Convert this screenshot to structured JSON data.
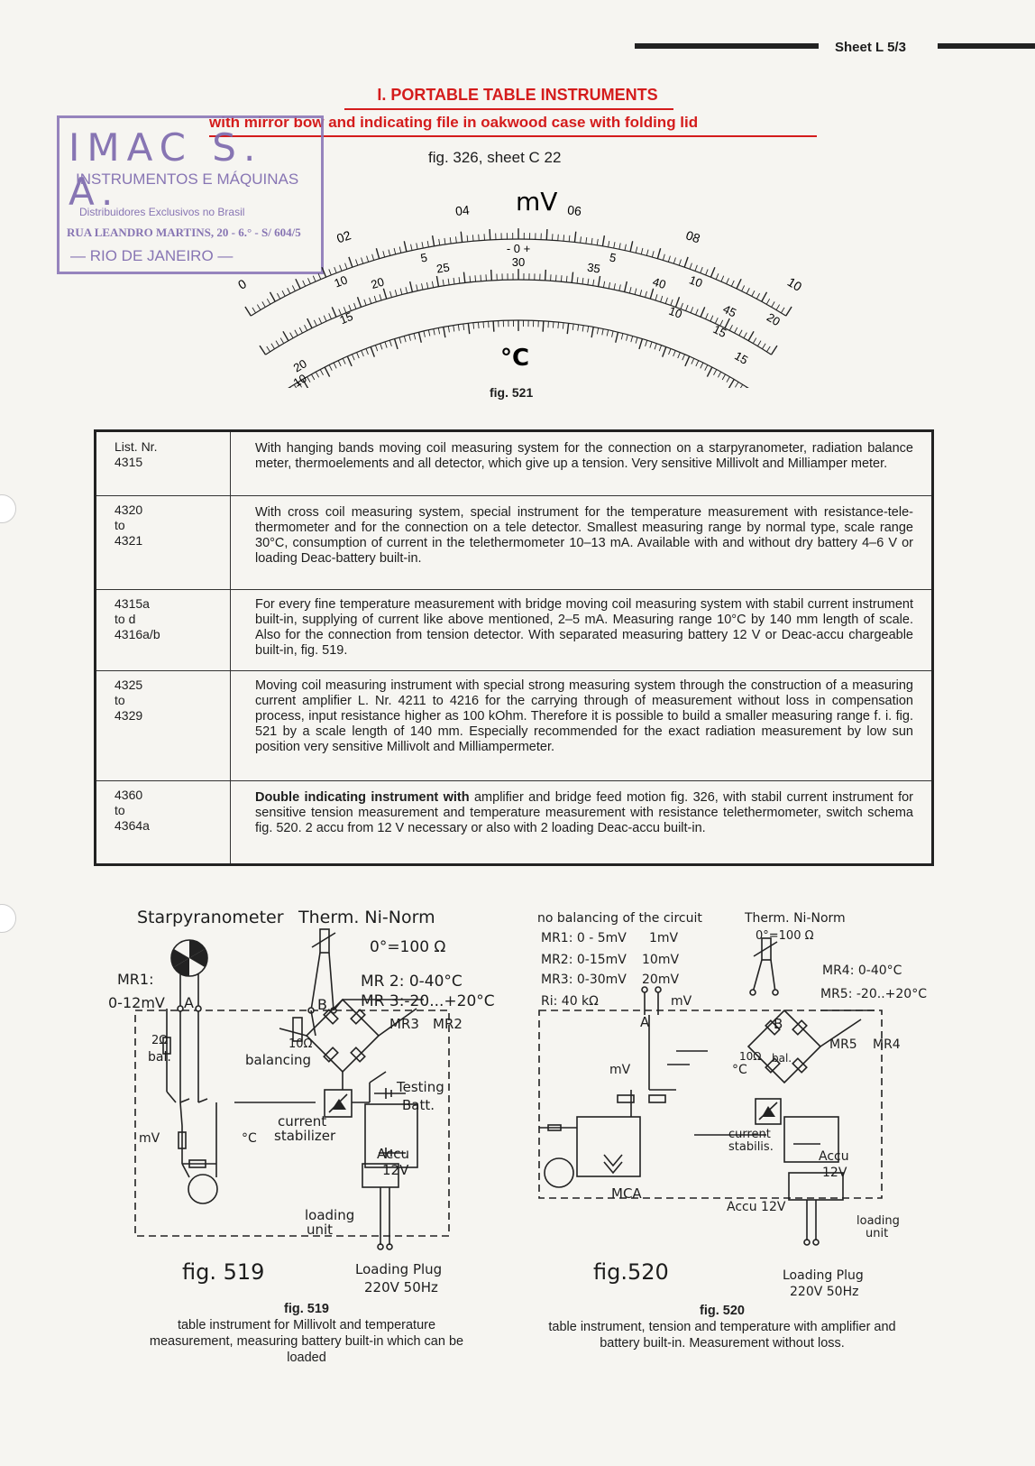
{
  "header": {
    "sheet": "Sheet  L  5/3"
  },
  "section": {
    "title": "I. PORTABLE TABLE INSTRUMENTS",
    "subtitle": "with mirror bow and indicating file in oakwood case with folding lid"
  },
  "stamp": {
    "line1": "IMAC S. A.",
    "line2": "INSTRUMENTOS E MÁQUINAS",
    "line3": "Distribuidores Exclusivos no Brasil",
    "line4": "RUA LEANDRO MARTINS, 20 - 6.° - S/ 604/5",
    "line5": "— RIO DE JANEIRO —"
  },
  "figure_ref": "fig. 326, sheet C 22",
  "scale": {
    "unit_top": "mV",
    "unit_bottom": "°C",
    "caption": "fig. 521",
    "mv_labels": [
      "0",
      "02",
      "04",
      "06",
      "08",
      "10"
    ],
    "mid_labels": [
      "10",
      "5",
      "- 0 +",
      "5",
      "10",
      "20"
    ],
    "c_labels_a": [
      "20",
      "25",
      "30",
      "35",
      "40",
      "45"
    ],
    "c_labels_b": [
      "15",
      "15",
      "10"
    ],
    "c_labels_c": [
      "20",
      "10"
    ],
    "c_labels_d": [
      "15"
    ]
  },
  "table": {
    "header_nr": "List.  Nr.",
    "rows": [
      {
        "nr": "4315",
        "desc": "With hanging bands moving coil measuring system for the connection on a starpyranometer, radiation balance meter, thermoelements and all detector, which give up a tension. Very sensitive Millivolt and Milliamper meter."
      },
      {
        "nr": "4320\nto\n4321",
        "desc": "With cross coil measuring system, special instrument for the temperature measurement with resistance-tele-thermometer and for the connection on a tele detector. Smallest measuring range by normal type, scale range 30°C, consumption of current in the telethermometer 10–13 mA. Available with and without dry battery 4–6 V or loading Deac-battery built-in."
      },
      {
        "nr": "4315a\nto d\n4316a/b",
        "desc": "For every fine temperature measurement with bridge moving coil measuring system with stabil current instrument built-in, supplying of current like above mentioned, 2–5 mA. Measuring range 10°C by 140 mm length of scale. Also for the connection from tension detector. With separated measuring battery 12 V or Deac-accu chargeable built-in, fig. 519."
      },
      {
        "nr": "4325\nto\n4329",
        "desc": "Moving coil measuring instrument with special strong measuring system through the construction of a measuring current amplifier L. Nr. 4211 to 4216 for the carrying through of measurement without loss in compensation process, input resistance higher as 100 kOhm. Therefore it is possible to build a smaller measuring range f. i. fig. 521 by a scale length of 140 mm. Especially recommended for the exact radiation measurement by low sun position very sensitive Millivolt and Milliampermeter."
      },
      {
        "nr": "4360\nto\n4364a",
        "desc_bold": "Double indicating instrument with",
        "desc": " amplifier and bridge feed motion fig. 326, with stabil current instrument for sensitive tension measurement and temperature measurement with resistance telethermometer, switch schema fig. 520. 2 accu from 12 V necessary or also with 2 loading Deac-accu built-in."
      }
    ]
  },
  "fig519": {
    "starpyranometer": "Starpyranometer",
    "therm": "Therm. Ni-Norm",
    "range0": "0°=100 Ω",
    "mr1": "MR1:",
    "mr1_range": "0-12mV",
    "mr2": "MR 2: 0-40°C",
    "mr3": "MR 3:-20...+20°C",
    "a": "A",
    "b": "B",
    "mr3_tag": "MR3",
    "mr2_tag": "MR2",
    "bal_r": "2Ω",
    "bal": "bal.",
    "r10": "10Ω",
    "balancing": "balancing",
    "testing": "Testing",
    "batt": "Batt.",
    "current": "current",
    "stabilizer": "stabilizer",
    "mv": "mV",
    "c": "°C",
    "accu": "Accu",
    "v12": "12V",
    "loading": "loading",
    "unit": "unit",
    "figlabel": "fig. 519",
    "plug": "Loading Plug",
    "plug_v": "220V 50Hz",
    "caption_title": "fig. 519",
    "caption": "table instrument for Millivolt and temperature measurement, measuring battery built-in which can be loaded"
  },
  "fig520": {
    "no_bal": "no balancing of the circuit",
    "mr1": "MR1:  0 - 5mV",
    "mr1b": "1mV",
    "mr2": "MR2:  0-15mV",
    "mr2b": "10mV",
    "mr3": "MR3:  0-30mV",
    "mr3b": "20mV",
    "ri": "Ri:  40 kΩ",
    "mv": "mV",
    "therm": "Therm. Ni-Norm",
    "range0": "0°=100 Ω",
    "mr4": "MR4:  0-40°C",
    "mr5": "MR5:  -20..+20°C",
    "a": "A",
    "b": "B",
    "mr5_tag": "MR5",
    "mr4_tag": "MR4",
    "r10": "10Ω",
    "bal": "bal.",
    "mv2": "mV",
    "c": "°C",
    "current": "current",
    "stabilis": "stabilis.",
    "accu": "Accu",
    "v12": "12V",
    "accu12": "Accu 12V",
    "mca": "MCA",
    "loading": "loading",
    "unit": "unit",
    "figlabel": "fig.520",
    "plug": "Loading Plug",
    "plug_v": "220V 50Hz",
    "caption_title": "fig. 520",
    "caption": "table instrument, tension and temperature with amplifier and battery built-in. Measurement without loss."
  },
  "colors": {
    "accent_red": "#d41c1c",
    "stamp_violet": "#7c68ad",
    "ink": "#1d1d1d",
    "paper": "#f6f5f1"
  }
}
